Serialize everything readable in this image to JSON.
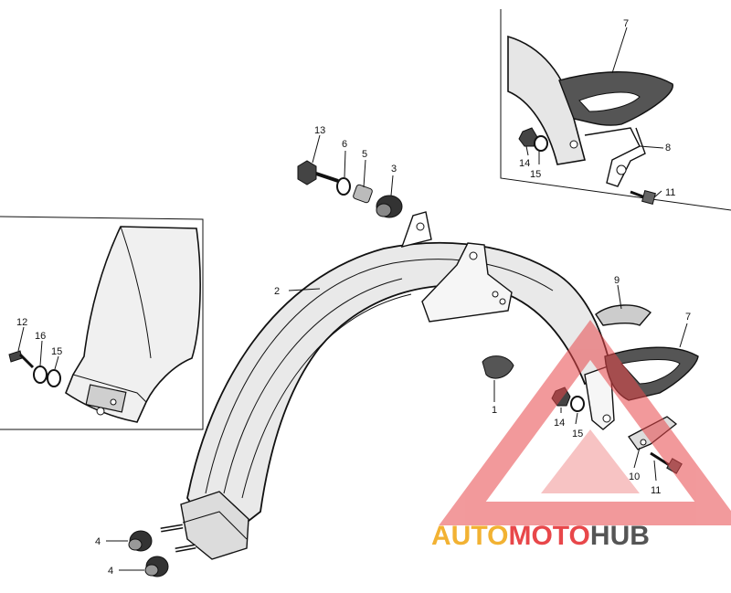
{
  "callouts": {
    "c1": "1",
    "c2": "2",
    "c3": "3",
    "c4a": "4",
    "c4b": "4",
    "c5": "5",
    "c6": "6",
    "c7a": "7",
    "c7b": "7",
    "c8": "8",
    "c9": "9",
    "c10": "10",
    "c11a": "11",
    "c11b": "11",
    "c12": "12",
    "c13": "13",
    "c14a": "14",
    "c14b": "14",
    "c15a": "15",
    "c15b": "15",
    "c15c": "15",
    "c16": "16"
  },
  "watermark": {
    "auto": "AUTO",
    "moto": "MOTO",
    "hub": "HUB"
  },
  "colors": {
    "ink": "#111111",
    "accent": "#e8474a",
    "gold": "#f2b233",
    "grey": "#555555"
  }
}
